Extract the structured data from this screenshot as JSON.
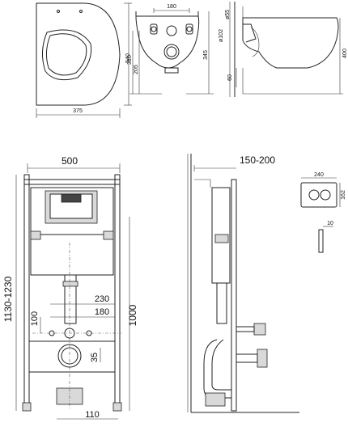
{
  "dimensions": {
    "top_front_width": "375",
    "top_front_height": "540",
    "bowl_top_width": "180",
    "bowl_height_310": "310",
    "bowl_height_205": "205",
    "bowl_height_345": "345",
    "hole_dia_102": "ø102",
    "hole_dia_55": "ø55",
    "side_offset_60": "60",
    "side_height_400": "400",
    "frame_width": "500",
    "frame_height_range": "1130-1230",
    "frame_height_1000": "1000",
    "pipe_230": "230",
    "pipe_180": "180",
    "pipe_100": "100",
    "pipe_35": "35",
    "foot_110": "110",
    "side_depth": "150-200",
    "button_width": "240",
    "button_height": "162",
    "button_depth": "10"
  }
}
